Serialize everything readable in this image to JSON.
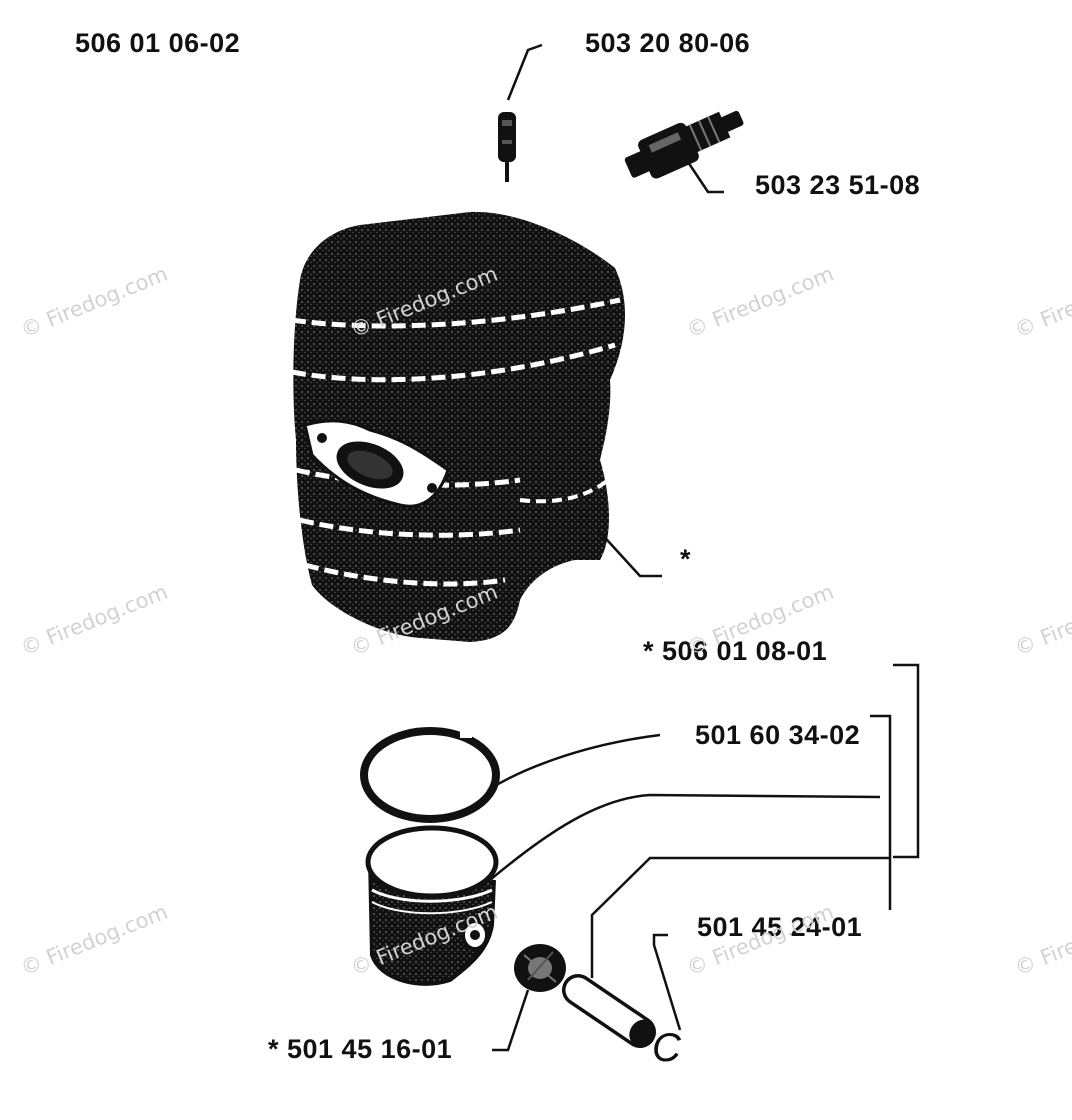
{
  "diagram": {
    "labels": {
      "cylinder": "506 01 06-02",
      "decompression_valve": "503 20 80-06",
      "spark_plug": "503 23 51-08",
      "gasket_marker": "*",
      "kit": "* 506 01 08-01",
      "piston_ring": "501 60 34-02",
      "circlip": "501 45 24-01",
      "needle_bearing": "* 501 45 16-01"
    },
    "circlip_glyph": "C",
    "watermark": "© Firedog.com",
    "colors": {
      "ink": "#111111",
      "watermark": "#d2d2d2",
      "background": "#ffffff"
    }
  }
}
